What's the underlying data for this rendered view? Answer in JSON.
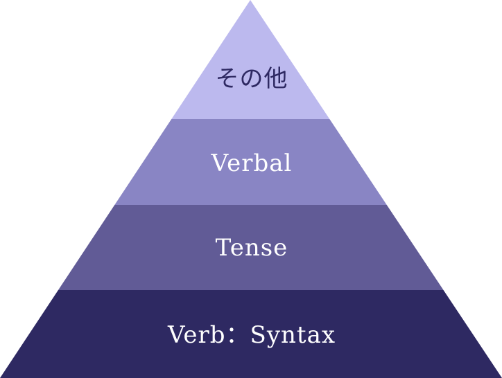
{
  "pyramid": {
    "layers": [
      {
        "label": "その他",
        "color": "#BCB9EE",
        "text_color": "#2E2962"
      },
      {
        "label": "Verbal",
        "color": "#8985C4",
        "text_color": "#FFFFFF"
      },
      {
        "label": "Tense",
        "color": "#615B96",
        "text_color": "#FFFFFF"
      },
      {
        "label": "Verb：Syntax",
        "color": "#2E2962",
        "text_color": "#FFFFFF"
      }
    ]
  }
}
